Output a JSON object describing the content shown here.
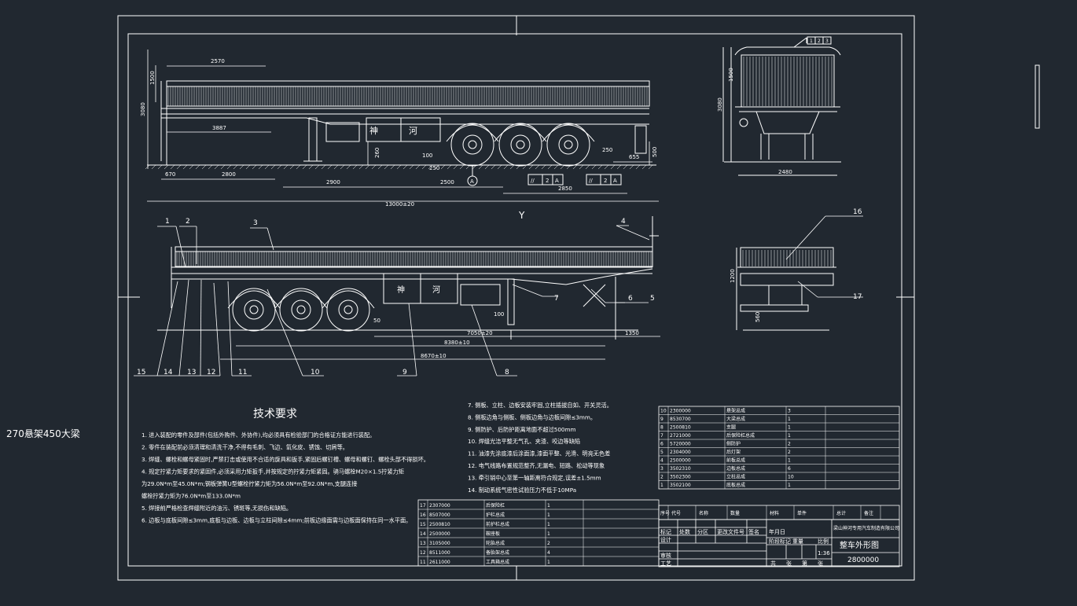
{
  "side_label": "270悬架450大梁",
  "colors": {
    "background": "#212830",
    "line": "#ffffff",
    "dim": "#d8d8d8"
  },
  "top_view": {
    "dims": {
      "total_length": "13000±20",
      "king_d1": "670",
      "king_d2": "2800",
      "axle_span": "2900",
      "axle_d": "2500",
      "rear_d": "2850",
      "rear_over": "655",
      "height": "3080",
      "rail_h": "1500",
      "top_len": "2570",
      "inner": "3887",
      "d100": "100",
      "d250a": "250",
      "d250b": "250",
      "d500": "500",
      "d260": "260"
    },
    "datum": "A",
    "tol1": [
      "//",
      "2",
      "A"
    ],
    "tol2": [
      "//",
      "2",
      "A"
    ],
    "y_mark": "Y"
  },
  "end_view": {
    "dims": {
      "height": "3080",
      "upper": "1500",
      "width": "2480"
    },
    "label_box": [
      "1",
      "2",
      "3"
    ]
  },
  "lower_view": {
    "callouts": [
      "1",
      "2",
      "3",
      "4",
      "5",
      "6",
      "7",
      "8",
      "9",
      "10",
      "11",
      "12",
      "13",
      "14",
      "15"
    ],
    "dims": {
      "length": "7050±20",
      "d1": "8380±10",
      "d2": "8670±10",
      "rear": "1350",
      "d50": "50",
      "d100": "100"
    }
  },
  "rear_view": {
    "callouts": [
      "16",
      "17"
    ],
    "dims": {
      "h": "1200",
      "bottom": "560"
    }
  },
  "requirements": {
    "title": "技术要求",
    "left": [
      "1. 进入装配的零件及部件(包括外购件、外协件),均必须具有检验部门的合格证方能进行装配。",
      "2. 零件在装配前必须清理和清洗干净,不得有毛刺、飞边、氧化皮、锈蚀、切屑等。",
      "3. 焊缝、螺栓和螺母紧固时,严禁打击或使用不合适的旋具和扳手,紧固后螺钉槽、螺母和螺钉、螺栓头部不得损坏。",
      "4. 规定拧紧力矩要求的紧固件,必须采用力矩扳手,并按规定的拧紧力矩紧固。骑马螺栓M20×1.5拧紧力矩",
      "为29.0N*m至45.0N*m;钢板弹簧U型螺栓拧紧力矩为56.0N*m至92.0N*m,支腿连接",
      "螺栓拧紧力矩为76.0N*m至133.0N*m",
      "5. 焊接前严格检查焊缝附近的油污、锈斑等,无损伤和缺陷。",
      "6. 边板与底板间隙≤3mm,底板与边板、边板与立柱间隙≤4mm;前板边缘面需与边板面保持在同一水平面。"
    ],
    "right": [
      "7. 侧板、立柱、边板安装牢固,立柱插拔自如、开关灵活。",
      "8. 侧板边角与侧板、侧板边角与边板间隙≤3mm。",
      "9. 侧防护、后防护距离地面不超过500mm",
      "10. 焊缝光洁平整无气孔、夹渣、咬边等缺陷",
      "11. 油漆先涂底漆后涂面漆,漆面平整、光滑、明亮无色差",
      "12. 电气线路布置规范整齐,无漏电、短路、松动等现象",
      "13. 牵引销中心至第一轴距离符合规定,误差±1.5mm",
      "14. 制动系统气密性试验压力不低于10MPa"
    ]
  },
  "parts_right": {
    "rows": [
      [
        "10",
        "2300000",
        "悬架总成",
        "3",
        ""
      ],
      [
        "9",
        "8530700",
        "大梁总成",
        "1",
        ""
      ],
      [
        "8",
        "2500810",
        "支腿",
        "1",
        ""
      ],
      [
        "7",
        "2721000",
        "后保险杠总成",
        "1",
        ""
      ],
      [
        "6",
        "5720000",
        "侧防护",
        "2",
        ""
      ],
      [
        "5",
        "2304000",
        "后灯架",
        "2",
        ""
      ],
      [
        "4",
        "2500000",
        "前板总成",
        "1",
        ""
      ],
      [
        "3",
        "3502310",
        "边板总成",
        "6",
        ""
      ],
      [
        "2",
        "3502300",
        "立柱总成",
        "10",
        ""
      ],
      [
        "1",
        "3502100",
        "底板总成",
        "1",
        ""
      ]
    ],
    "header": [
      "序号",
      "代号",
      "名称",
      "数量",
      "材料",
      "单件",
      "总计",
      "备注"
    ]
  },
  "parts_left": {
    "rows": [
      [
        "17",
        "2307000",
        "后保险杠",
        "1",
        ""
      ],
      [
        "16",
        "8507000",
        "护栏总成",
        "1",
        ""
      ],
      [
        "15",
        "2500810",
        "前护栏总成",
        "1",
        ""
      ],
      [
        "14",
        "2500000",
        "鞍座板",
        "1",
        ""
      ],
      [
        "13",
        "3105000",
        "轮胎总成",
        "2",
        ""
      ],
      [
        "12",
        "8511000",
        "备胎架总成",
        "4",
        ""
      ],
      [
        "11",
        "2611000",
        "工具箱总成",
        "1",
        ""
      ]
    ]
  },
  "title_block": {
    "company": "梁山神河专用汽车制造有限公司",
    "drawing_title": "整车外形图",
    "drawing_no": "2800000",
    "scale": "1:36",
    "material": "",
    "rows": [
      "标记",
      "设计",
      "审核",
      "工艺"
    ],
    "cols": [
      "处数",
      "分区",
      "更改文件号",
      "签名",
      "年月日"
    ],
    "stage_labels": [
      "阶段标记",
      "重量",
      "比例"
    ],
    "sheet": [
      "共",
      "张",
      "第",
      "张"
    ]
  }
}
